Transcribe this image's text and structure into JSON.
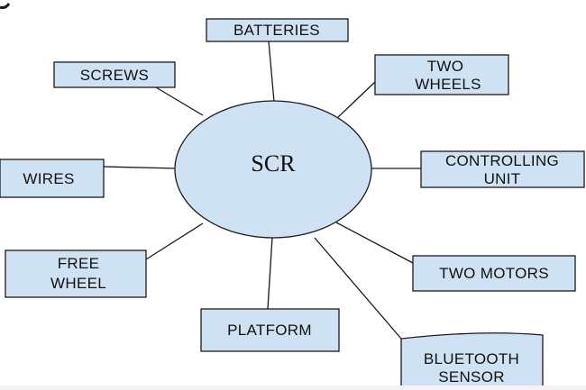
{
  "diagram": {
    "center": {
      "label": "SCR"
    },
    "nodes": {
      "batteries": [
        "BATTERIES"
      ],
      "screws": [
        "SCREWS"
      ],
      "two_wheels": [
        "TWO",
        "WHEELS"
      ],
      "wires": [
        "WIRES"
      ],
      "controlling_unit": [
        "CONTROLLING",
        "UNIT"
      ],
      "free_wheel": [
        "FREE",
        "WHEEL"
      ],
      "two_motors": [
        "TWO MOTORS"
      ],
      "platform": [
        "PLATFORM"
      ],
      "bluetooth_sensor": [
        "BLUETOOTH",
        "SENSOR"
      ]
    },
    "colors": {
      "ellipse_fill": "#cfe2f3",
      "node_fill": "#cfe2f3",
      "stroke": "#1a1a1a",
      "text": "#111111"
    }
  }
}
